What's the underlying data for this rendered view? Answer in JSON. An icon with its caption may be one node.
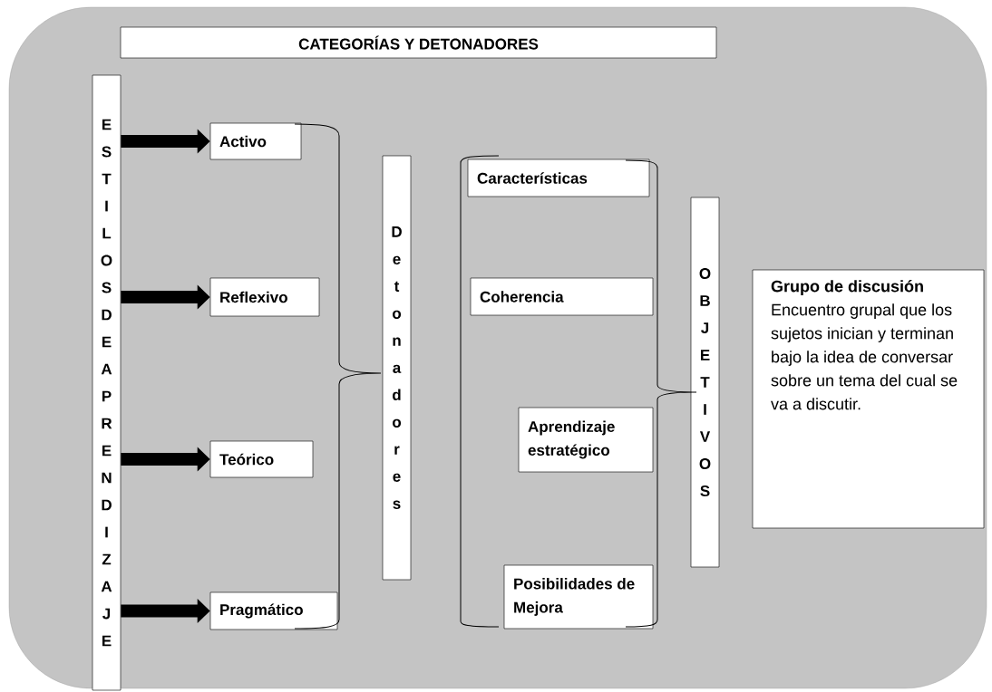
{
  "diagram": {
    "nodes": [
      {
        "text": [
          "CATEGORÍAS Y DETONADORES"
        ]
      },
      {
        "text": [
          "ESTILOS DE APRENDIZAJE"
        ]
      },
      {
        "text": [
          "Activo"
        ]
      },
      {
        "text": [
          "Reflexivo"
        ]
      },
      {
        "text": [
          "Teórico"
        ]
      },
      {
        "text": [
          "Pragmático"
        ]
      },
      {
        "text": [
          "Detonadores"
        ]
      },
      {
        "text": [
          "Características"
        ]
      },
      {
        "text": [
          "Coherencia"
        ]
      },
      {
        "text": [
          "Aprendizaje estratégico"
        ]
      },
      {
        "text": [
          "Posibilidades de Mejora"
        ]
      },
      {
        "text": [
          "OBJETIVOS"
        ]
      },
      {
        "text": [
          "Grupo de discusión",
          "Encuentro grupal que los sujetos inician y terminan bajo la idea de conversar sobre un tema del cual se va a discutir."
        ]
      }
    ],
    "edges": [
      {
        "from": 1,
        "to": 2,
        "arrow": "to"
      },
      {
        "from": 1,
        "to": 3,
        "arrow": "to"
      },
      {
        "from": 1,
        "to": 4,
        "arrow": "to"
      },
      {
        "from": 1,
        "to": 5,
        "arrow": "to"
      }
    ]
  }
}
